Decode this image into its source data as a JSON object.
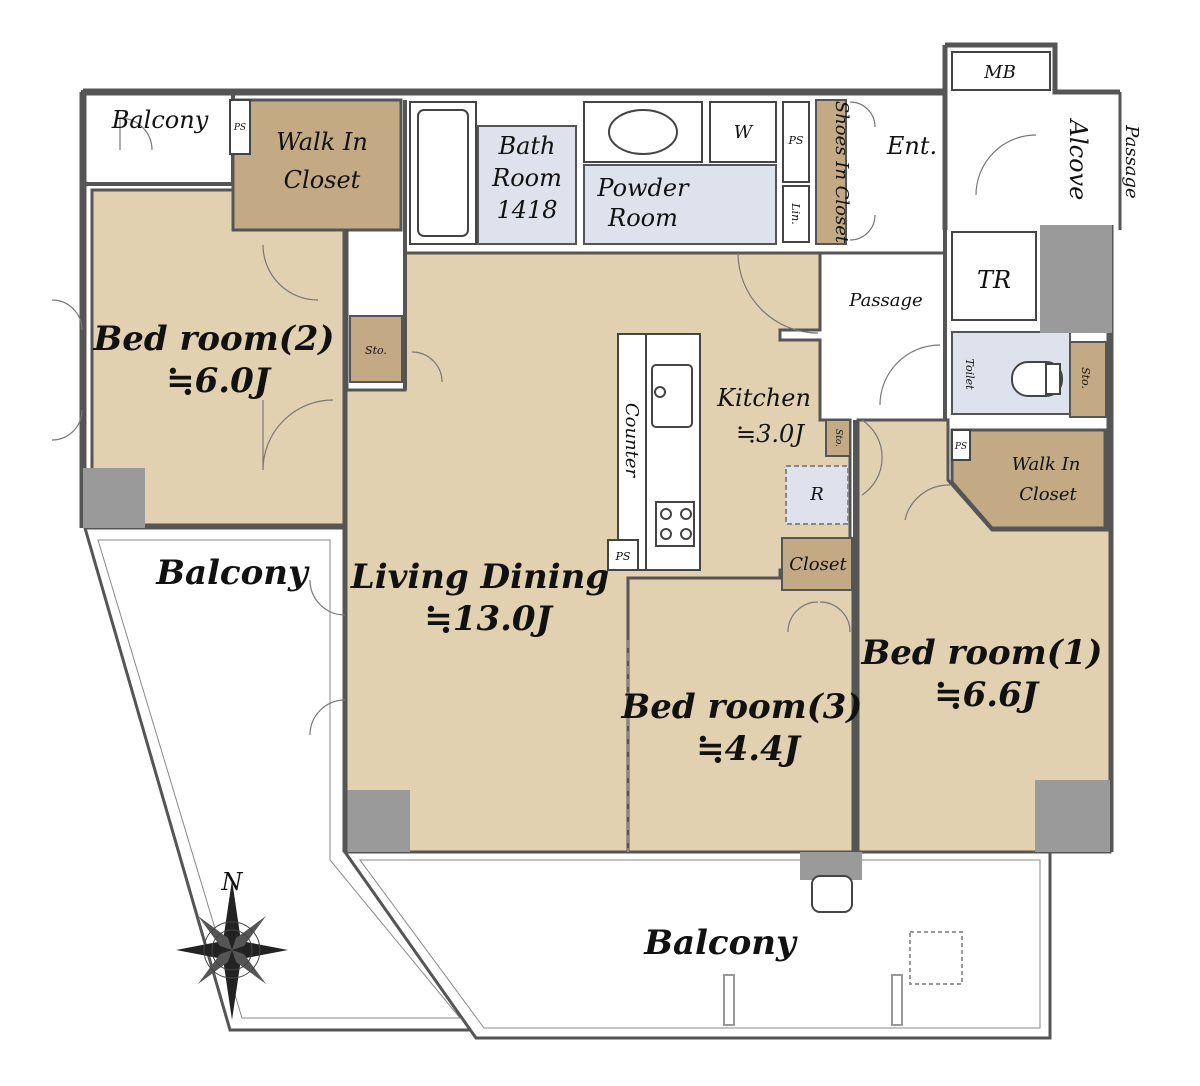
{
  "colors": {
    "room_fill": "#e2d1b0",
    "storage_fill": "#c3aa85",
    "wet_fill": "#dde2ec",
    "wall": "#5a5a5a",
    "pillar": "#9a9a9a",
    "line": "#333333",
    "background": "#ffffff"
  },
  "rooms": {
    "living_dining": {
      "name": "Living Dining",
      "size": "≒13.0J"
    },
    "kitchen": {
      "name": "Kitchen",
      "size": "≒3.0J"
    },
    "bed1": {
      "name": "Bed room(1)",
      "size": "≒6.6J"
    },
    "bed2": {
      "name": "Bed room(2)",
      "size": "≒6.0J"
    },
    "bed3": {
      "name": "Bed room(3)",
      "size": "≒4.4J"
    },
    "bath": {
      "line1": "Bath",
      "line2": "Room",
      "line3": "1418"
    },
    "powder": {
      "line1": "Powder",
      "line2": "Room"
    },
    "wic_top": {
      "line1": "Walk In",
      "line2": "Closet"
    },
    "wic_right": {
      "line1": "Walk In",
      "line2": "Closet"
    },
    "shoes_closet": "Shoes In Closet",
    "entrance": "Ent.",
    "alcove": "Alcove",
    "passage_outer": "Passage",
    "passage_inner": "Passage",
    "tr": "TR",
    "mb": "MB",
    "toilet": "Toilet",
    "sto_toilet": "Sto.",
    "sto_living": "Sto.",
    "sto_kitchen": "Sto.",
    "closet": "Closet",
    "counter": "Counter",
    "lin": "Lin.",
    "w": "W",
    "r": "R",
    "ps_top_left": "PS",
    "ps_top_mid": "PS",
    "ps_right": "PS",
    "ps_kitchen": "PS",
    "balcony_top": "Balcony",
    "balcony_left": "Balcony",
    "balcony_bottom": "Balcony"
  },
  "compass": {
    "north_label": "N",
    "icon": "compass-rose-icon"
  }
}
